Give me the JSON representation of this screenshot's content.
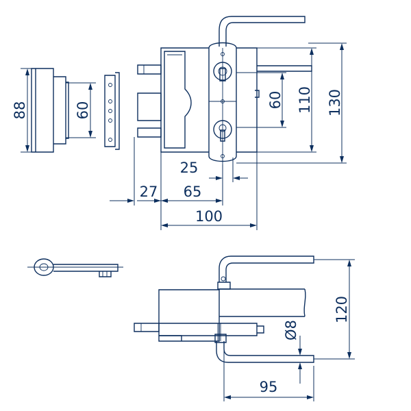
{
  "accent_color": "#0d2f5e",
  "dimensions": {
    "d88": "88",
    "d60_left": "60",
    "d60_right": "60",
    "d110": "110",
    "d130": "130",
    "d25": "25",
    "d27": "27",
    "d65": "65",
    "d100": "100",
    "d120": "120",
    "d8": "Ø8",
    "d95": "95"
  }
}
